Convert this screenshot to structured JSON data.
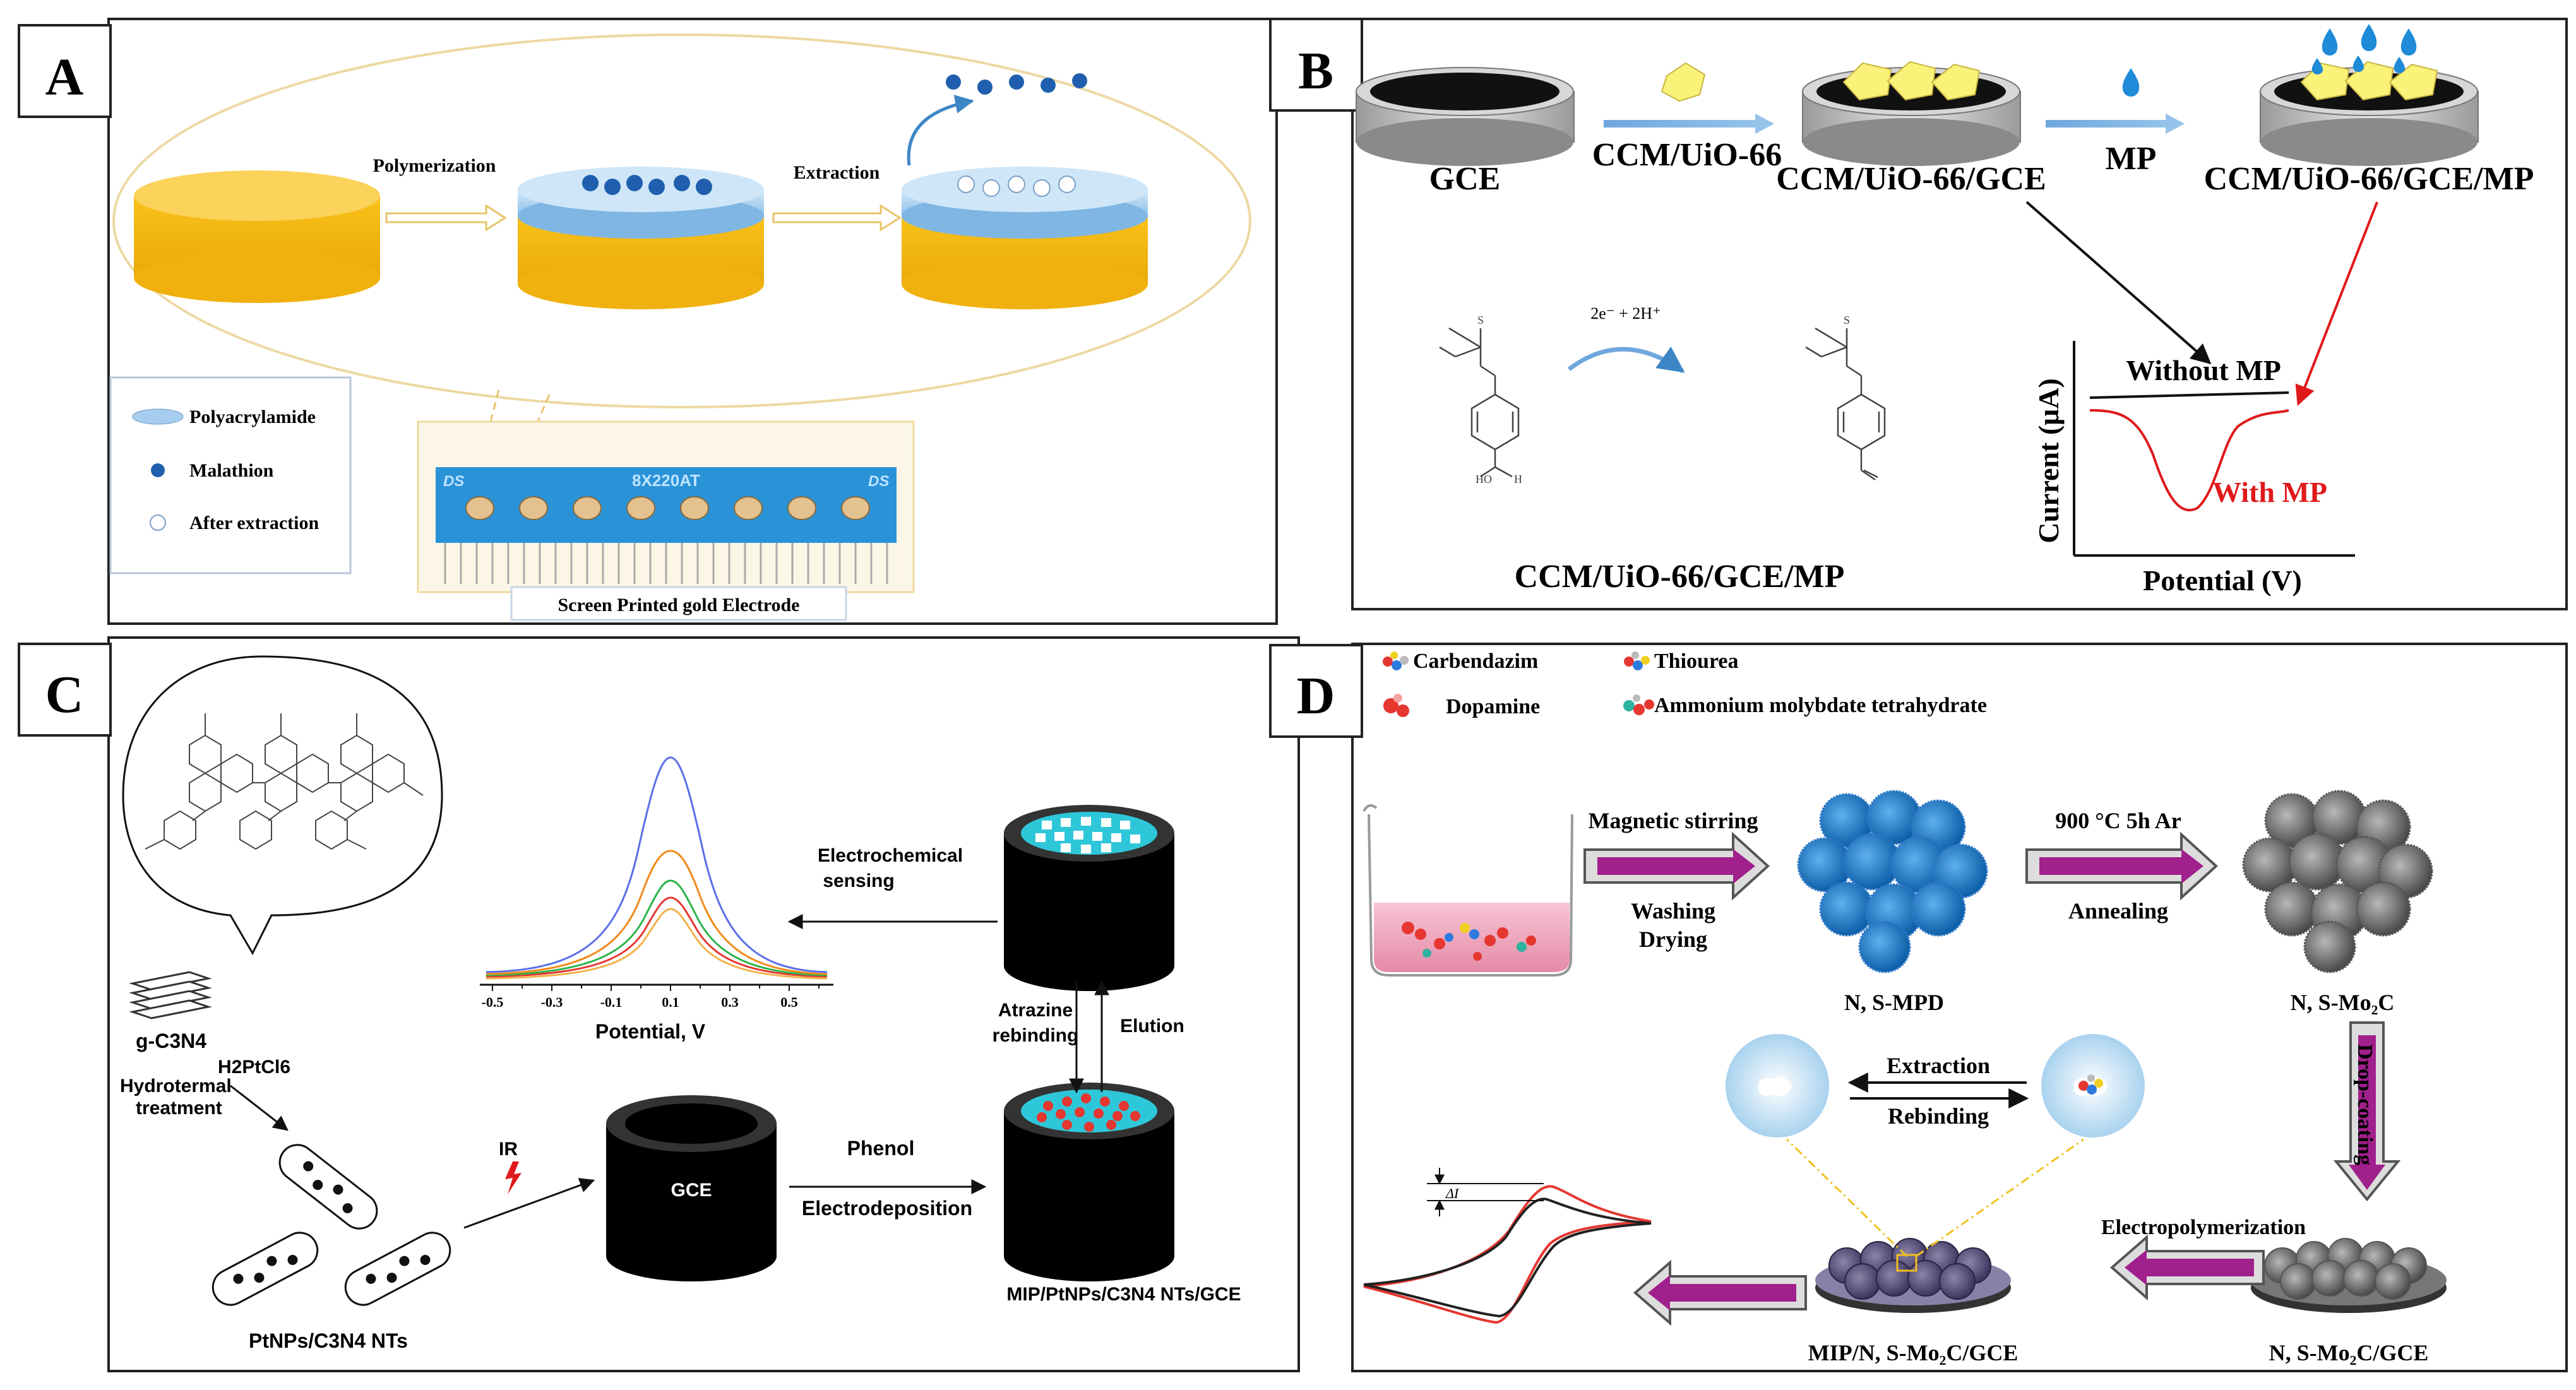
{
  "panels": {
    "a": {
      "tag": "A",
      "step1": "Polymerization",
      "step2": "Extraction",
      "legend": [
        "Polyacrylamide",
        "Malathion",
        "After extraction"
      ],
      "electrode_code": "8X220AT",
      "electrode_brand_left": "DS",
      "electrode_brand_right": "DS",
      "caption": "Screen Printed gold  Electrode"
    },
    "b": {
      "tag": "B",
      "gce": "GCE",
      "reagent1": "CCM/UiO-66",
      "modified": "CCM/UiO-66/GCE",
      "reagent2": "MP",
      "final": "CCM/UiO-66/GCE/MP",
      "reaction": "2e⁻ + 2H⁺",
      "bottom_caption": "CCM/UiO-66/GCE/MP",
      "curve_without": "Without MP",
      "curve_with": "With  MP",
      "ylabel": "Current  (μA)",
      "xlabel": "Potential  (V)"
    },
    "c": {
      "tag": "C",
      "material": "g-C3N4",
      "precursor": "H2PtCl6",
      "treatment": [
        "Hydrotermal",
        "treatment"
      ],
      "nanotubes": "PtNPs/C3N4 NTs",
      "ir": "IR",
      "electrode": "GCE",
      "deposition": [
        "Phenol",
        "Electrodeposition"
      ],
      "sensor": "MIP/PtNPs/C3N4 NTs/GCE",
      "rebinding": [
        "Atrazine",
        "rebinding"
      ],
      "elution": "Elution",
      "sensing": [
        "Electrochemical",
        "sensing"
      ],
      "xlabel": "Potential, V",
      "xticks": [
        "-0.5",
        "-0.3",
        "-0.1",
        "0.1",
        "0.3",
        "0.5"
      ]
    },
    "d": {
      "tag": "D",
      "legend": [
        "Carbendazim",
        "Thiourea",
        "Dopamine",
        "Ammonium molybdate tetrahydrate"
      ],
      "step1": [
        "Magnetic stirring",
        "Washing",
        "Drying"
      ],
      "intermediate": "N, S-MPD",
      "step2": [
        "900 °C 5h Ar",
        "Annealing"
      ],
      "product": "N, S-Mo₂C",
      "drop": "Drop-coating",
      "electrode": "N, S-Mo₂C/GCE",
      "electropoly": "Electropolymerization",
      "sensor": "MIP/N, S-Mo₂C/GCE",
      "extraction": "Extraction",
      "rebinding": "Rebinding",
      "delta_i": "ΔI"
    }
  }
}
